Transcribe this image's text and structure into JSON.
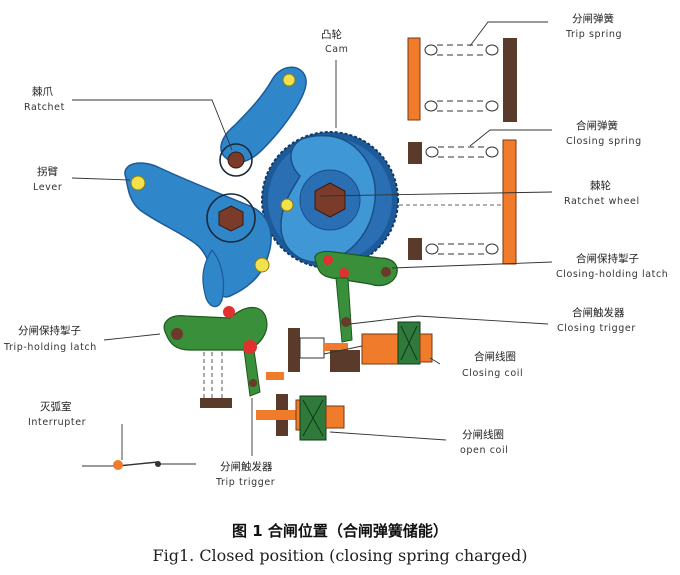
{
  "colors": {
    "blue": "#2f86c9",
    "blue_dark": "#1d5a9a",
    "green": "#3a8f3a",
    "orange": "#f07b2a",
    "brown": "#5a3a2a",
    "yellow": "#f2e14a",
    "red": "#e03030"
  },
  "labels": {
    "cam": {
      "cn": "凸轮",
      "en": "Cam"
    },
    "ratchet": {
      "cn": "棘爪",
      "en": "Ratchet"
    },
    "lever": {
      "cn": "拐臂",
      "en": "Lever"
    },
    "trip_spring": {
      "cn": "分闸弹簧",
      "en": "Trip spring"
    },
    "closing_spring": {
      "cn": "合闸弹簧",
      "en": "Closing spring"
    },
    "ratchet_wheel": {
      "cn": "棘轮",
      "en": "Ratchet wheel"
    },
    "closing_holding_latch": {
      "cn": "合闸保持掣子",
      "en": "Closing-holding latch"
    },
    "closing_trigger": {
      "cn": "合闸触发器",
      "en": "Closing trigger"
    },
    "trip_holding_latch": {
      "cn": "分闸保持掣子",
      "en": "Trip-holding latch"
    },
    "closing_coil": {
      "cn": "合闸线圈",
      "en": "Closing coil"
    },
    "interrupter": {
      "cn": "灭弧室",
      "en": "Interrupter"
    },
    "open_coil": {
      "cn": "分闸线圈",
      "en": "open coil"
    },
    "trip_trigger": {
      "cn": "分闸触发器",
      "en": "Trip trigger"
    }
  },
  "caption": {
    "cn": "图 1 合闸位置（合闸弹簧储能）",
    "en": "Fig1. Closed position (closing spring charged)"
  }
}
